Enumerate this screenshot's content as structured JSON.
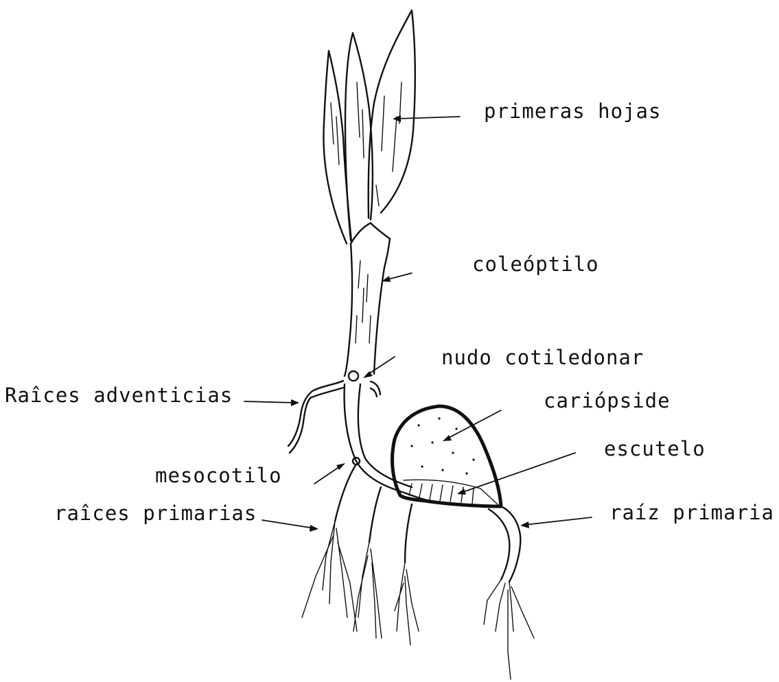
{
  "labels": {
    "primeras_hojas": "primeras hojas",
    "coleoptilo": "coleóptilo",
    "nudo_cotiledonar": "nudo cotiledonar",
    "raices_adventicias": "Raîces adventicias",
    "cariopside": "cariópside",
    "escutelo": "escutelo",
    "mesocotilo": "mesocotilo",
    "raices_primarias": "raîces primarias",
    "raiz_primaria": "raíz primaria"
  },
  "colors": {
    "ink": "#111111",
    "background": "#ffffff"
  }
}
